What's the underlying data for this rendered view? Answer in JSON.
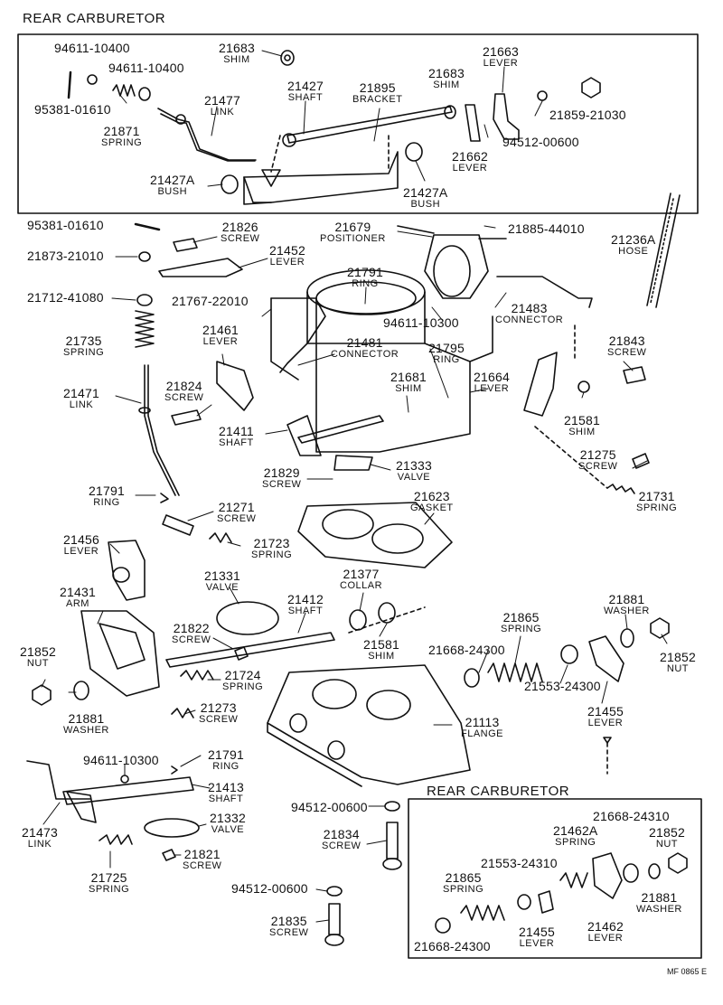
{
  "titles": {
    "rear_top": "REAR CARBURETOR",
    "rear_bottom": "REAR CARBURETOR"
  },
  "code": "MF 0865 E",
  "labels": {
    "p9461110400a": {
      "n": "94611-10400",
      "d": ""
    },
    "p9461110400b": {
      "n": "94611-10400",
      "d": ""
    },
    "p9538101610a": {
      "n": "95381-01610",
      "d": ""
    },
    "p21871": {
      "n": "21871",
      "d": "SPRING"
    },
    "p21477": {
      "n": "21477",
      "d": "LINK"
    },
    "p21683a": {
      "n": "21683",
      "d": "SHIM"
    },
    "p21427": {
      "n": "21427",
      "d": "SHAFT"
    },
    "p21895": {
      "n": "21895",
      "d": "BRACKET"
    },
    "p21683b": {
      "n": "21683",
      "d": "SHIM"
    },
    "p21663": {
      "n": "21663",
      "d": "LEVER"
    },
    "p2185921030": {
      "n": "21859-21030",
      "d": ""
    },
    "p9451200600a": {
      "n": "94512-00600",
      "d": ""
    },
    "p21662": {
      "n": "21662",
      "d": "LEVER"
    },
    "p21427Aa": {
      "n": "21427A",
      "d": "BUSH"
    },
    "p21427Ab": {
      "n": "21427A",
      "d": "BUSH"
    },
    "p9538101610b": {
      "n": "95381-01610",
      "d": ""
    },
    "p21826": {
      "n": "21826",
      "d": "SCREW"
    },
    "p21679": {
      "n": "21679",
      "d": "POSITIONER"
    },
    "p2188544010": {
      "n": "21885-44010",
      "d": ""
    },
    "p21236A": {
      "n": "21236A",
      "d": "HOSE"
    },
    "p2187321010": {
      "n": "21873-21010",
      "d": ""
    },
    "p21452": {
      "n": "21452",
      "d": "LEVER"
    },
    "p21791a": {
      "n": "21791",
      "d": "RING"
    },
    "p2171241080": {
      "n": "21712-41080",
      "d": ""
    },
    "p2176722010": {
      "n": "21767-22010",
      "d": ""
    },
    "p21483": {
      "n": "21483",
      "d": "CONNECTOR"
    },
    "p9461110300a": {
      "n": "94611-10300",
      "d": ""
    },
    "p21735": {
      "n": "21735",
      "d": "SPRING"
    },
    "p21461": {
      "n": "21461",
      "d": "LEVER"
    },
    "p21481": {
      "n": "21481",
      "d": "CONNECTOR"
    },
    "p21795": {
      "n": "21795",
      "d": "RING"
    },
    "p21843": {
      "n": "21843",
      "d": "SCREW"
    },
    "p21471": {
      "n": "21471",
      "d": "LINK"
    },
    "p21824": {
      "n": "21824",
      "d": "SCREW"
    },
    "p21681": {
      "n": "21681",
      "d": "SHIM"
    },
    "p21664": {
      "n": "21664",
      "d": "LEVER"
    },
    "p21581a": {
      "n": "21581",
      "d": "SHIM"
    },
    "p21411": {
      "n": "21411",
      "d": "SHAFT"
    },
    "p21275": {
      "n": "21275",
      "d": "SCREW"
    },
    "p21829": {
      "n": "21829",
      "d": "SCREW"
    },
    "p21333": {
      "n": "21333",
      "d": "VALVE"
    },
    "p21731": {
      "n": "21731",
      "d": "SPRING"
    },
    "p21791b": {
      "n": "21791",
      "d": "RING"
    },
    "p21623": {
      "n": "21623",
      "d": "GASKET"
    },
    "p21271": {
      "n": "21271",
      "d": "SCREW"
    },
    "p21456": {
      "n": "21456",
      "d": "LEVER"
    },
    "p21723": {
      "n": "21723",
      "d": "SPRING"
    },
    "p21331": {
      "n": "21331",
      "d": "VALVE"
    },
    "p21377": {
      "n": "21377",
      "d": "COLLAR"
    },
    "p21881a": {
      "n": "21881",
      "d": "WASHER"
    },
    "p21431": {
      "n": "21431",
      "d": "ARM"
    },
    "p21412": {
      "n": "21412",
      "d": "SHAFT"
    },
    "p21865a": {
      "n": "21865",
      "d": "SPRING"
    },
    "p21822": {
      "n": "21822",
      "d": "SCREW"
    },
    "p21581b": {
      "n": "21581",
      "d": "SHIM"
    },
    "p2166824300a": {
      "n": "21668-24300",
      "d": ""
    },
    "p21852a": {
      "n": "21852",
      "d": "NUT"
    },
    "p21852b": {
      "n": "21852",
      "d": "NUT"
    },
    "p21724": {
      "n": "21724",
      "d": "SPRING"
    },
    "p2155324300": {
      "n": "21553-24300",
      "d": ""
    },
    "p21455a": {
      "n": "21455",
      "d": "LEVER"
    },
    "p21273": {
      "n": "21273",
      "d": "SCREW"
    },
    "p21881b": {
      "n": "21881",
      "d": "WASHER"
    },
    "p21113": {
      "n": "21113",
      "d": "FLANGE"
    },
    "p9461110300b": {
      "n": "94611-10300",
      "d": ""
    },
    "p21791c": {
      "n": "21791",
      "d": "RING"
    },
    "p21413": {
      "n": "21413",
      "d": "SHAFT"
    },
    "p9451200600b": {
      "n": "94512-00600",
      "d": ""
    },
    "p21473": {
      "n": "21473",
      "d": "LINK"
    },
    "p21332": {
      "n": "21332",
      "d": "VALVE"
    },
    "p21834": {
      "n": "21834",
      "d": "SCREW"
    },
    "p21725": {
      "n": "21725",
      "d": "SPRING"
    },
    "p21821": {
      "n": "21821",
      "d": "SCREW"
    },
    "p9451200600c": {
      "n": "94512-00600",
      "d": ""
    },
    "p21835": {
      "n": "21835",
      "d": "SCREW"
    },
    "p2166824310": {
      "n": "21668-24310",
      "d": ""
    },
    "p21462A": {
      "n": "21462A",
      "d": "SPRING"
    },
    "p21852c": {
      "n": "21852",
      "d": "NUT"
    },
    "p2155324310": {
      "n": "21553-24310",
      "d": ""
    },
    "p21865b": {
      "n": "21865",
      "d": "SPRING"
    },
    "p21881c": {
      "n": "21881",
      "d": "WASHER"
    },
    "p21455b": {
      "n": "21455",
      "d": "LEVER"
    },
    "p21462": {
      "n": "21462",
      "d": "LEVER"
    },
    "p2166824300b": {
      "n": "21668-24300",
      "d": ""
    }
  }
}
